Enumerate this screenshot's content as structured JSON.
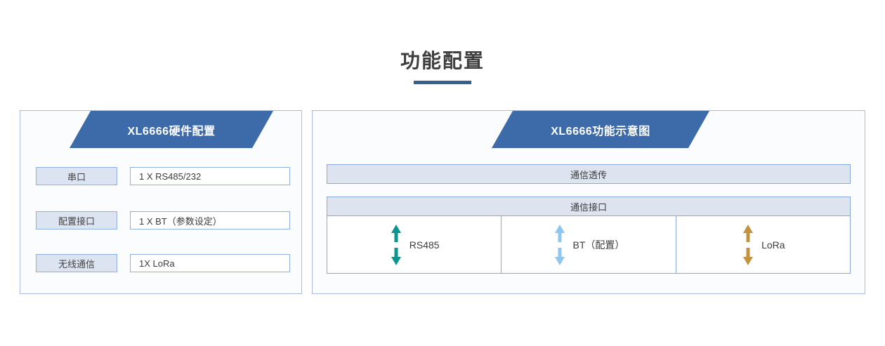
{
  "page": {
    "title": "功能配置",
    "accent_color": "#35608f",
    "banner_color": "#3d6aa8",
    "panel_border_color": "#a9bbdf",
    "chip_fill_color": "#dde4f1"
  },
  "left_panel": {
    "banner_title": "XL6666硬件配置",
    "rows": [
      {
        "label": "串口",
        "value": "1 X RS485/232"
      },
      {
        "label": "配置接口",
        "value": "1 X BT（参数设定）"
      },
      {
        "label": "无线通信",
        "value": "1X LoRa"
      }
    ]
  },
  "right_panel": {
    "banner_title": "XL6666功能示意图",
    "transparent_bar": "通信透传",
    "interface_header": "通信接口",
    "interfaces": [
      {
        "label": "RS485",
        "arrow_color": "#0d948f",
        "icon": "double-arrow-vertical-icon"
      },
      {
        "label": "BT（配置）",
        "arrow_color": "#8dc7f0",
        "icon": "double-arrow-vertical-icon"
      },
      {
        "label": "LoRa",
        "arrow_color": "#c1933e",
        "icon": "double-arrow-vertical-icon"
      }
    ]
  }
}
